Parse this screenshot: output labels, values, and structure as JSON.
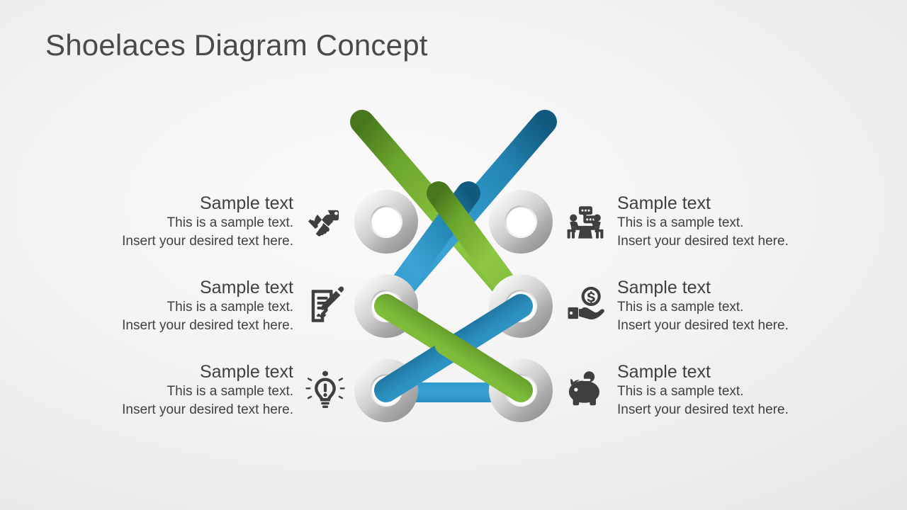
{
  "slide": {
    "title": "Shoelaces Diagram Concept",
    "background_color": "#f0f0f0",
    "title_color": "#4a4a4a"
  },
  "palette": {
    "green_light": "#8cc63f",
    "green_dark": "#4d7a1f",
    "blue_light": "#3ba3d4",
    "blue_dark": "#135f85",
    "eyelet_light": "#f2f2f2",
    "eyelet_dark": "#9a9a9a",
    "icon_color": "#3f3f3f",
    "text_color": "#404040"
  },
  "left_items": [
    {
      "icon": "handshake-icon",
      "heading": "Sample text",
      "line1": "This is a sample text.",
      "line2": "Insert your desired text here."
    },
    {
      "icon": "contract-signing-icon",
      "heading": "Sample text",
      "line1": "This is a sample text.",
      "line2": "Insert your desired text here."
    },
    {
      "icon": "lightbulb-idea-icon",
      "heading": "Sample text",
      "line1": "This is a sample text.",
      "line2": "Insert your desired text here."
    }
  ],
  "right_items": [
    {
      "icon": "meeting-table-icon",
      "heading": "Sample text",
      "line1": "This is a sample text.",
      "line2": "Insert your desired text here."
    },
    {
      "icon": "hand-holding-coin-icon",
      "heading": "Sample text",
      "line1": "This is a sample text.",
      "line2": "Insert your desired text here."
    },
    {
      "icon": "piggy-bank-icon",
      "heading": "Sample text",
      "line1": "This is a sample text.",
      "line2": "Insert your desired text here."
    }
  ],
  "diagram": {
    "name": "shoelaces-diagram",
    "eyelet_rows": 3,
    "eyelet_columns": 2,
    "lace_count": 2,
    "lace_colors": [
      "#8cc63f",
      "#3ba3d4"
    ]
  }
}
